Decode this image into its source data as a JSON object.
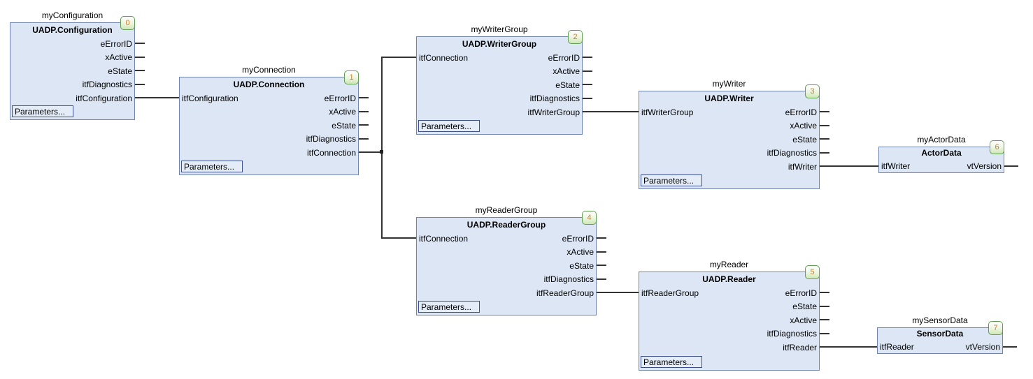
{
  "editor": {
    "background": "#ffffff",
    "colors": {
      "block_fill": "#dce6f4",
      "block_border": "#7084ad",
      "badge_fill_bottom": "#cfe8b6",
      "badge_border": "#5f9e53",
      "badge_text": "#c9812e",
      "button_fill": "#e4ecf8",
      "button_border": "#3e4f8f",
      "wire": "#333333"
    }
  },
  "blocks": [
    {
      "instance": "myConfiguration",
      "type": "UADP.Configuration",
      "exec_order": "0",
      "inputs": [],
      "outputs": [
        "eErrorID",
        "xActive",
        "eState",
        "itfDiagnostics",
        "itfConfiguration"
      ],
      "params_button": "Parameters..."
    },
    {
      "instance": "myConnection",
      "type": "UADP.Connection",
      "exec_order": "1",
      "inputs": [
        "itfConfiguration"
      ],
      "outputs": [
        "eErrorID",
        "xActive",
        "eState",
        "itfDiagnostics",
        "itfConnection"
      ],
      "params_button": "Parameters..."
    },
    {
      "instance": "myWriterGroup",
      "type": "UADP.WriterGroup",
      "exec_order": "2",
      "inputs": [
        "itfConnection"
      ],
      "outputs": [
        "eErrorID",
        "xActive",
        "eState",
        "itfDiagnostics",
        "itfWriterGroup"
      ],
      "params_button": "Parameters..."
    },
    {
      "instance": "myWriter",
      "type": "UADP.Writer",
      "exec_order": "3",
      "inputs": [
        "itfWriterGroup"
      ],
      "outputs": [
        "eErrorID",
        "xActive",
        "eState",
        "itfDiagnostics",
        "itfWriter"
      ],
      "params_button": "Parameters..."
    },
    {
      "instance": "myReaderGroup",
      "type": "UADP.ReaderGroup",
      "exec_order": "4",
      "inputs": [
        "itfConnection"
      ],
      "outputs": [
        "eErrorID",
        "xActive",
        "eState",
        "itfDiagnostics",
        "itfReaderGroup"
      ],
      "params_button": "Parameters..."
    },
    {
      "instance": "myReader",
      "type": "UADP.Reader",
      "exec_order": "5",
      "inputs": [
        "itfReaderGroup"
      ],
      "outputs": [
        "eErrorID",
        "eState",
        "xActive",
        "itfDiagnostics",
        "itfReader"
      ],
      "params_button": "Parameters..."
    },
    {
      "instance": "myActorData",
      "type": "ActorData",
      "exec_order": "6",
      "inputs": [
        "itfWriter"
      ],
      "outputs": [
        "vtVersion"
      ]
    },
    {
      "instance": "mySensorData",
      "type": "SensorData",
      "exec_order": "7",
      "inputs": [
        "itfReader"
      ],
      "outputs": [
        "vtVersion"
      ]
    }
  ],
  "connections": [
    {
      "from": "myConfiguration.itfConfiguration",
      "to": "myConnection.itfConfiguration"
    },
    {
      "from": "myConnection.itfConnection",
      "to": "myWriterGroup.itfConnection"
    },
    {
      "from": "myConnection.itfConnection",
      "to": "myReaderGroup.itfConnection"
    },
    {
      "from": "myWriterGroup.itfWriterGroup",
      "to": "myWriter.itfWriterGroup"
    },
    {
      "from": "myWriter.itfWriter",
      "to": "myActorData.itfWriter"
    },
    {
      "from": "myReaderGroup.itfReaderGroup",
      "to": "myReader.itfReaderGroup"
    },
    {
      "from": "myReader.itfReader",
      "to": "mySensorData.itfReader"
    }
  ]
}
